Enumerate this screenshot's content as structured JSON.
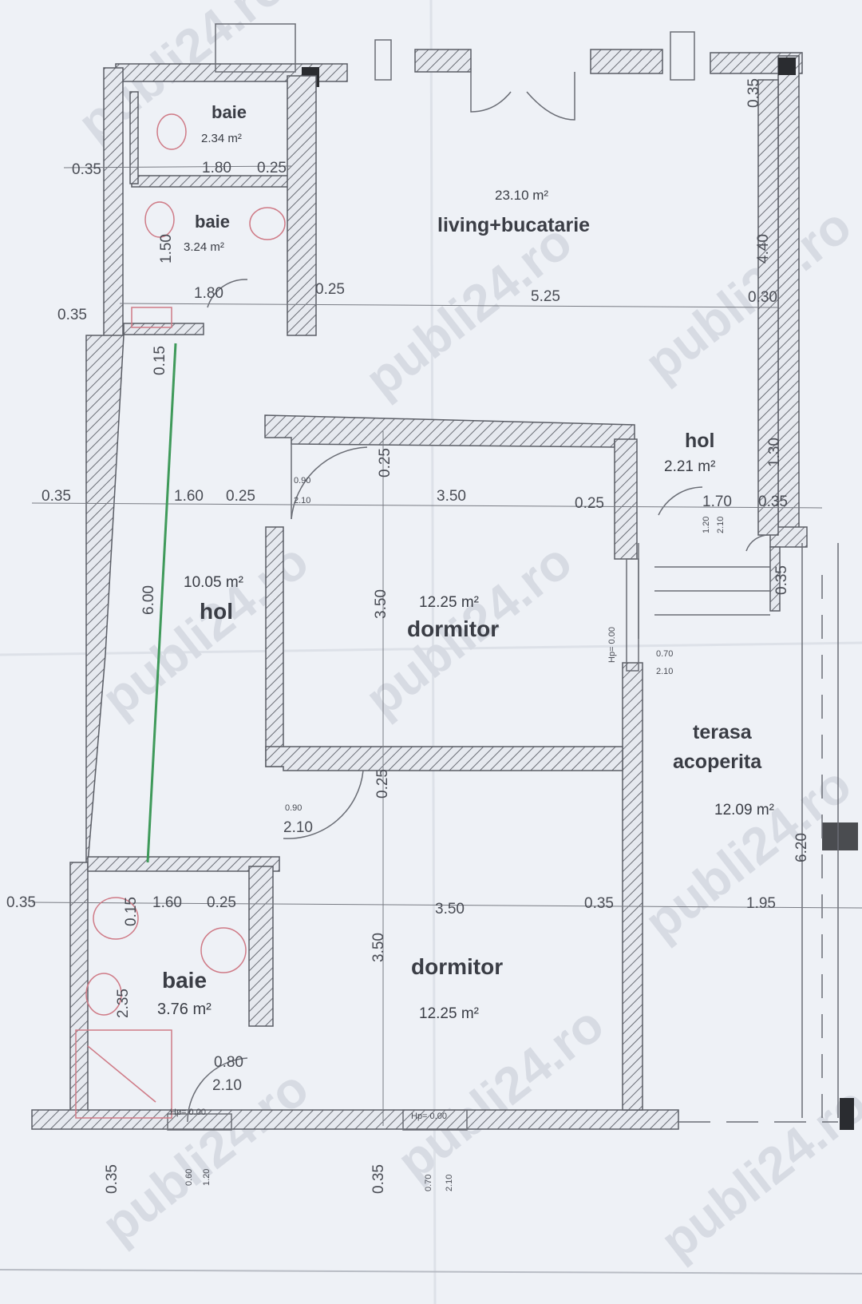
{
  "rooms": {
    "baie_top": {
      "name": "baie",
      "area": "2.34 m²"
    },
    "baie_mid": {
      "name": "baie",
      "area": "3.24 m²"
    },
    "living": {
      "name": "living+bucatarie",
      "area": "23.10 m²"
    },
    "hol_left": {
      "name": "hol",
      "area": "10.05 m²"
    },
    "hol_right": {
      "name": "hol",
      "area": "2.21 m²"
    },
    "dormitor_1": {
      "name": "dormitor",
      "area": "12.25 m²"
    },
    "dormitor_2": {
      "name": "dormitor",
      "area": "12.25 m²"
    },
    "terasa": {
      "name_line1": "terasa",
      "name_line2": "acoperita",
      "area": "12.09 m²"
    },
    "baie_bottom": {
      "name": "baie",
      "area": "3.76 m²"
    }
  },
  "dims": {
    "baie_top_w": "1.80",
    "baie_top_w2": "0.25",
    "wall_035_a": "0.35",
    "wall_035_b": "0.35",
    "baie_mid_w": "1.80",
    "baie_mid_h": "1.50",
    "row1_wall": "0.25",
    "row1_living": "5.25",
    "row1_right": "0.30",
    "living_h": "4.40",
    "top_right": "0.35",
    "hol_h": "1.30",
    "row2_left": "0.35",
    "row2_a": "1.60",
    "row2_b": "0.25",
    "row2_c": "3.50",
    "row2_d": "0.25",
    "row2_e": "1.70",
    "row2_f": "0.35",
    "door_top_1": "0.90",
    "door_top_2": "2.10",
    "vert_025_a": "0.25",
    "vert_350_a": "3.50",
    "hol_vert": "6.00",
    "vert_015_a": "0.15",
    "right_035": "0.35",
    "door_mid_1": "0.70",
    "door_mid_2": "2.10",
    "door_hol_1": "1.20",
    "door_hol_2": "2.10",
    "hp_mid": "Hp= 0.00",
    "door_low_1": "0.90",
    "door_low_2": "2.10",
    "vert_025_b": "0.25",
    "row3_left": "0.35",
    "row3_a": "1.60",
    "row3_b": "0.25",
    "row3_c": "3.50",
    "row3_d": "0.35",
    "row3_e": "1.95",
    "vert_015_b": "0.15",
    "vert_350_b": "3.50",
    "baie_vert": "2.35",
    "right_620": "6.20",
    "door_baie_1": "0.80",
    "door_baie_2": "2.10",
    "hp_bl": "Hp= 0.00",
    "hp_bc": "Hp= 0.00",
    "bottom_035_a": "0.35",
    "bottom_035_b": "0.35",
    "win_b1_1": "0.60",
    "win_b1_2": "1.20",
    "win_b2_1": "0.70",
    "win_b2_2": "2.10"
  },
  "watermark": "publi24.ro",
  "colors": {
    "wall": "#6a6d75",
    "paper": "#eef1f6",
    "fixture": "#cf7a86",
    "pipe": "#3f9a5a"
  }
}
